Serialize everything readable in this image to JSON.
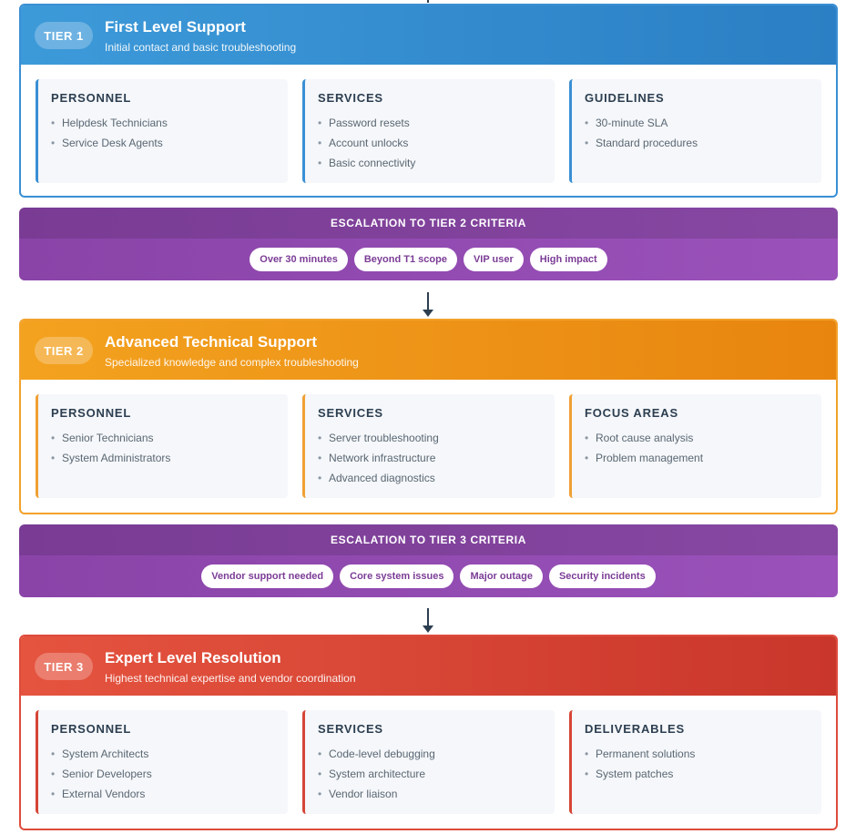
{
  "tiers": [
    {
      "badge": "TIER 1",
      "title": "First Level Support",
      "subtitle": "Initial contact and basic troubleshooting",
      "color": "#3a8fd4",
      "cards": [
        {
          "title": "PERSONNEL",
          "items": [
            "Helpdesk Technicians",
            "Service Desk Agents"
          ]
        },
        {
          "title": "SERVICES",
          "items": [
            "Password resets",
            "Account unlocks",
            "Basic connectivity"
          ]
        },
        {
          "title": "GUIDELINES",
          "items": [
            "30-minute SLA",
            "Standard procedures"
          ]
        }
      ]
    },
    {
      "badge": "TIER 2",
      "title": "Advanced Technical Support",
      "subtitle": "Specialized knowledge and complex troubleshooting",
      "color": "#f2a22c",
      "cards": [
        {
          "title": "PERSONNEL",
          "items": [
            "Senior Technicians",
            "System Administrators"
          ]
        },
        {
          "title": "SERVICES",
          "items": [
            "Server troubleshooting",
            "Network infrastructure",
            "Advanced diagnostics"
          ]
        },
        {
          "title": "FOCUS AREAS",
          "items": [
            "Root cause analysis",
            "Problem management"
          ]
        }
      ]
    },
    {
      "badge": "TIER 3",
      "title": "Expert Level Resolution",
      "subtitle": "Highest technical expertise and vendor coordination",
      "color": "#de4b3c",
      "cards": [
        {
          "title": "PERSONNEL",
          "items": [
            "System Architects",
            "Senior Developers",
            "External Vendors"
          ]
        },
        {
          "title": "SERVICES",
          "items": [
            "Code-level debugging",
            "System architecture",
            "Vendor liaison"
          ]
        },
        {
          "title": "DELIVERABLES",
          "items": [
            "Permanent solutions",
            "System patches"
          ]
        }
      ]
    }
  ],
  "escalations": [
    {
      "title": "ESCALATION TO TIER 2 CRITERIA",
      "criteria": [
        "Over 30 minutes",
        "Beyond T1 scope",
        "VIP user",
        "High impact"
      ]
    },
    {
      "title": "ESCALATION TO TIER 3 CRITERIA",
      "criteria": [
        "Vendor support needed",
        "Core system issues",
        "Major outage",
        "Security incidents"
      ]
    }
  ],
  "escalation_color": "#8e47ad"
}
